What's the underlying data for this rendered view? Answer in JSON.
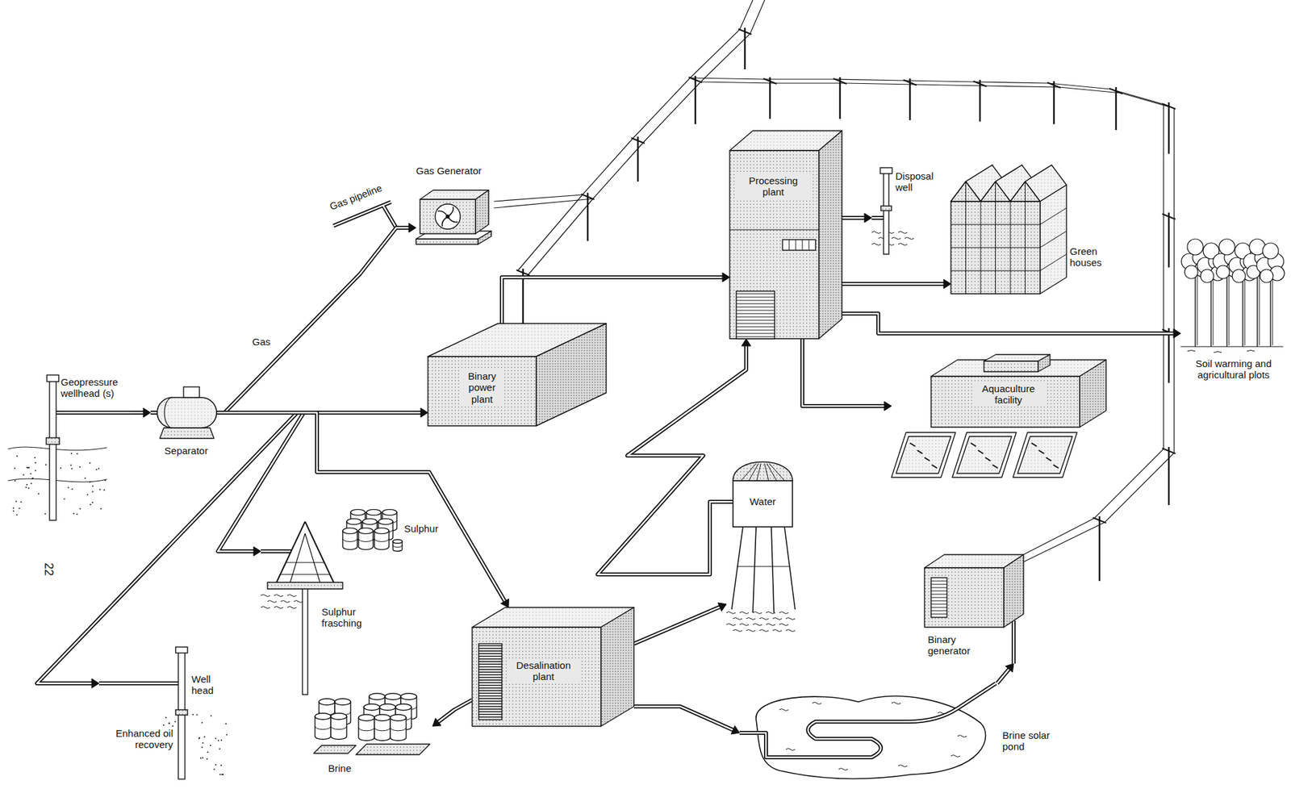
{
  "diagram": {
    "nodes": [
      {
        "text": [
          "Gas Generator"
        ]
      },
      {
        "text": [
          "Processing plant"
        ]
      },
      {
        "text": [
          "Disposal well"
        ]
      },
      {
        "text": [
          "Green houses"
        ]
      },
      {
        "text": [
          "Soil warming and agricultural plots"
        ]
      },
      {
        "text": [
          "Binary power plant"
        ]
      },
      {
        "text": [
          "Geopressure wellhead (s)"
        ]
      },
      {
        "text": [
          "Separator"
        ]
      },
      {
        "text": [
          "Aquaculture facility"
        ]
      },
      {
        "text": [
          "Water"
        ]
      },
      {
        "text": [
          "Sulphur"
        ]
      },
      {
        "text": [
          "Sulphur frasching"
        ]
      },
      {
        "text": [
          "Binary generator"
        ]
      },
      {
        "text": [
          "Desalination plant"
        ]
      },
      {
        "text": [
          "Well head",
          "Enhanced oil recovery"
        ]
      },
      {
        "text": [
          "Brine"
        ]
      },
      {
        "text": [
          "Brine solar pond"
        ]
      }
    ],
    "edges": [
      {
        "from": 6,
        "to": 7,
        "arrow": "to"
      },
      {
        "from": 7,
        "to": 0,
        "label": "Gas",
        "arrow": "to"
      },
      {
        "from": 7,
        "to": 5,
        "arrow": "to"
      },
      {
        "from": 7,
        "to": 14,
        "arrow": "to"
      },
      {
        "from": 7,
        "to": 11,
        "arrow": "to"
      },
      {
        "from": 7,
        "to": 13,
        "arrow": "to"
      },
      {
        "from": 5,
        "to": 1,
        "arrow": "to"
      },
      {
        "from": 1,
        "to": 2,
        "arrow": "to"
      },
      {
        "from": 1,
        "to": 3,
        "arrow": "to"
      },
      {
        "from": 1,
        "to": 4,
        "arrow": "to"
      },
      {
        "from": 1,
        "to": 8,
        "arrow": "to"
      },
      {
        "from": 9,
        "to": 1,
        "arrow": "to"
      },
      {
        "from": 13,
        "to": 9,
        "arrow": "to"
      },
      {
        "from": 13,
        "to": 15,
        "arrow": "to"
      },
      {
        "from": 13,
        "to": 16,
        "arrow": "to"
      },
      {
        "from": 16,
        "to": 12,
        "arrow": "to"
      }
    ],
    "labels": [
      "Gas pipeline",
      "22"
    ]
  }
}
